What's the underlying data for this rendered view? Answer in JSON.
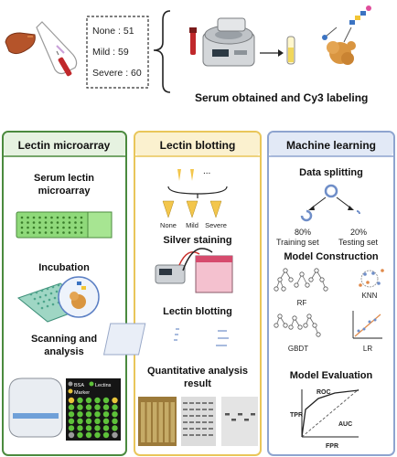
{
  "top": {
    "groups": [
      {
        "label": "None",
        "count": "51"
      },
      {
        "label": "Mild",
        "count": "59"
      },
      {
        "label": "Severe",
        "count": "60"
      }
    ],
    "serum_label": "Serum obtained and Cy3 labeling"
  },
  "panels": {
    "lectin_microarray": {
      "title": "Lectin microarray",
      "steps": [
        "Serum lectin",
        "microarray",
        "Incubation",
        "Scanning and",
        "analysis"
      ],
      "legend": [
        "BSA",
        "Lectins",
        "Marker"
      ]
    },
    "lectin_blotting": {
      "title": "Lectin blotting",
      "tube_labels": [
        "None",
        "Mild",
        "Severe"
      ],
      "tube_dots": "...",
      "steps": [
        "Silver staining",
        "Lectin blotting",
        "Quantitative analysis",
        "result"
      ]
    },
    "machine_learning": {
      "title": "Machine learning",
      "data_splitting": "Data splitting",
      "train_pct": "80%",
      "train_label": "Training set",
      "test_pct": "20%",
      "test_label": "Testing set",
      "model_construction": "Model Construction",
      "models": [
        "RF",
        "KNN",
        "GBDT",
        "LR"
      ],
      "model_evaluation": "Model Evaluation",
      "roc": {
        "title": "ROC",
        "y": "TPR",
        "x": "FPR",
        "auc": "AUC"
      }
    }
  },
  "colors": {
    "green": "#4b8a3e",
    "green_header": "#e6f2e1",
    "yellow": "#e9c65a",
    "yellow_header": "#fbf1cf",
    "blue": "#8ea4cf",
    "blue_header": "#e2e9f6",
    "spot_green": "#5ec23a"
  }
}
